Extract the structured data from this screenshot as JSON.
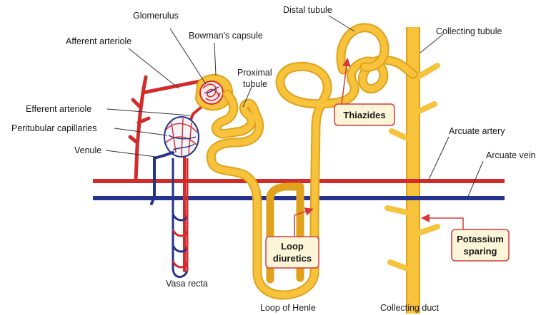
{
  "labels": {
    "glomerulus": "Glomerulus",
    "afferent_arteriole": "Afferent arteriole",
    "bowmans_capsule": "Bowman's capsule",
    "proximal_tubule_1": "Proximal",
    "proximal_tubule_2": "tubule",
    "efferent_arteriole": "Efferent arteriole",
    "peritubular_capillaries": "Peritubular capillaries",
    "venule": "Venule",
    "vasa_recta": "Vasa recta",
    "loop_of_henle": "Loop of Henle",
    "distal_tubule": "Distal tubule",
    "collecting_tubule": "Collecting tubule",
    "collecting_duct": "Collecting duct",
    "arcuate_artery": "Arcuate artery",
    "arcuate_vein": "Arcuate vein"
  },
  "drug_boxes": {
    "thiazides": "Thiazides",
    "loop_diuretics_1": "Loop",
    "loop_diuretics_2": "diuretics",
    "potassium_sparing_1": "Potassium",
    "potassium_sparing_2": "sparing"
  },
  "colors": {
    "tubule_fill": "#f7c23c",
    "tubule_outline": "#e0a21a",
    "artery": "#d22b2b",
    "vein": "#24348c",
    "box_fill": "#fdf5d8",
    "box_border": "#d63a3a",
    "arrow": "#d63a3a"
  }
}
